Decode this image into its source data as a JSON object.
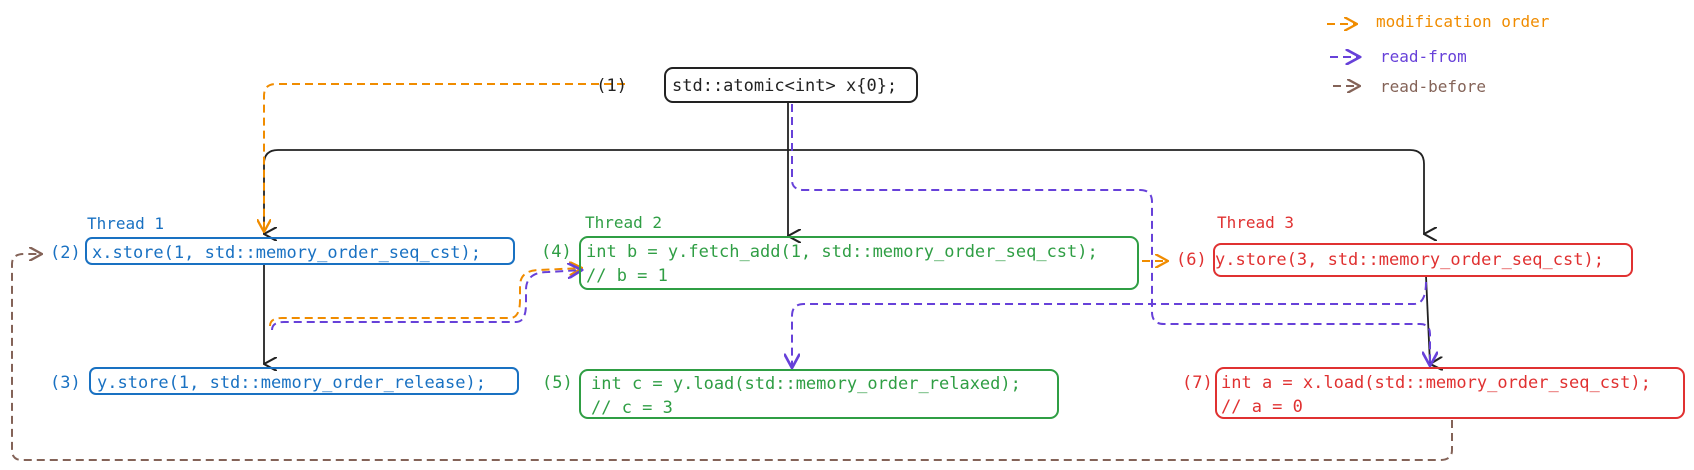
{
  "colors": {
    "black": "#222222",
    "orange": "#f08c00",
    "purple": "#6741d9",
    "brown": "#846358",
    "blue": "#1971c2",
    "green": "#2f9e44",
    "red": "#e03131"
  },
  "legend": {
    "modification_order": "modification order",
    "read_from": "read-from",
    "read_before": "read-before"
  },
  "init": {
    "label": "(1)",
    "code": "std::atomic<int> x{0};"
  },
  "thread1": {
    "title": "Thread 1",
    "op2": {
      "label": "(2)",
      "code": "x.store(1, std::memory_order_seq_cst);"
    },
    "op3": {
      "label": "(3)",
      "code": "y.store(1, std::memory_order_release);"
    }
  },
  "thread2": {
    "title": "Thread 2",
    "op4": {
      "label": "(4)",
      "line1": "int b = y.fetch_add(1, std::memory_order_seq_cst);",
      "line2": "// b = 1"
    },
    "op5": {
      "label": "(5)",
      "line1": "int c = y.load(std::memory_order_relaxed);",
      "line2": "// c = 3"
    }
  },
  "thread3": {
    "title": "Thread 3",
    "op6": {
      "label": "(6)",
      "code": "y.store(3, std::memory_order_seq_cst);"
    },
    "op7": {
      "label": "(7)",
      "line1": "int a = x.load(std::memory_order_seq_cst);",
      "line2": "// a = 0"
    }
  }
}
